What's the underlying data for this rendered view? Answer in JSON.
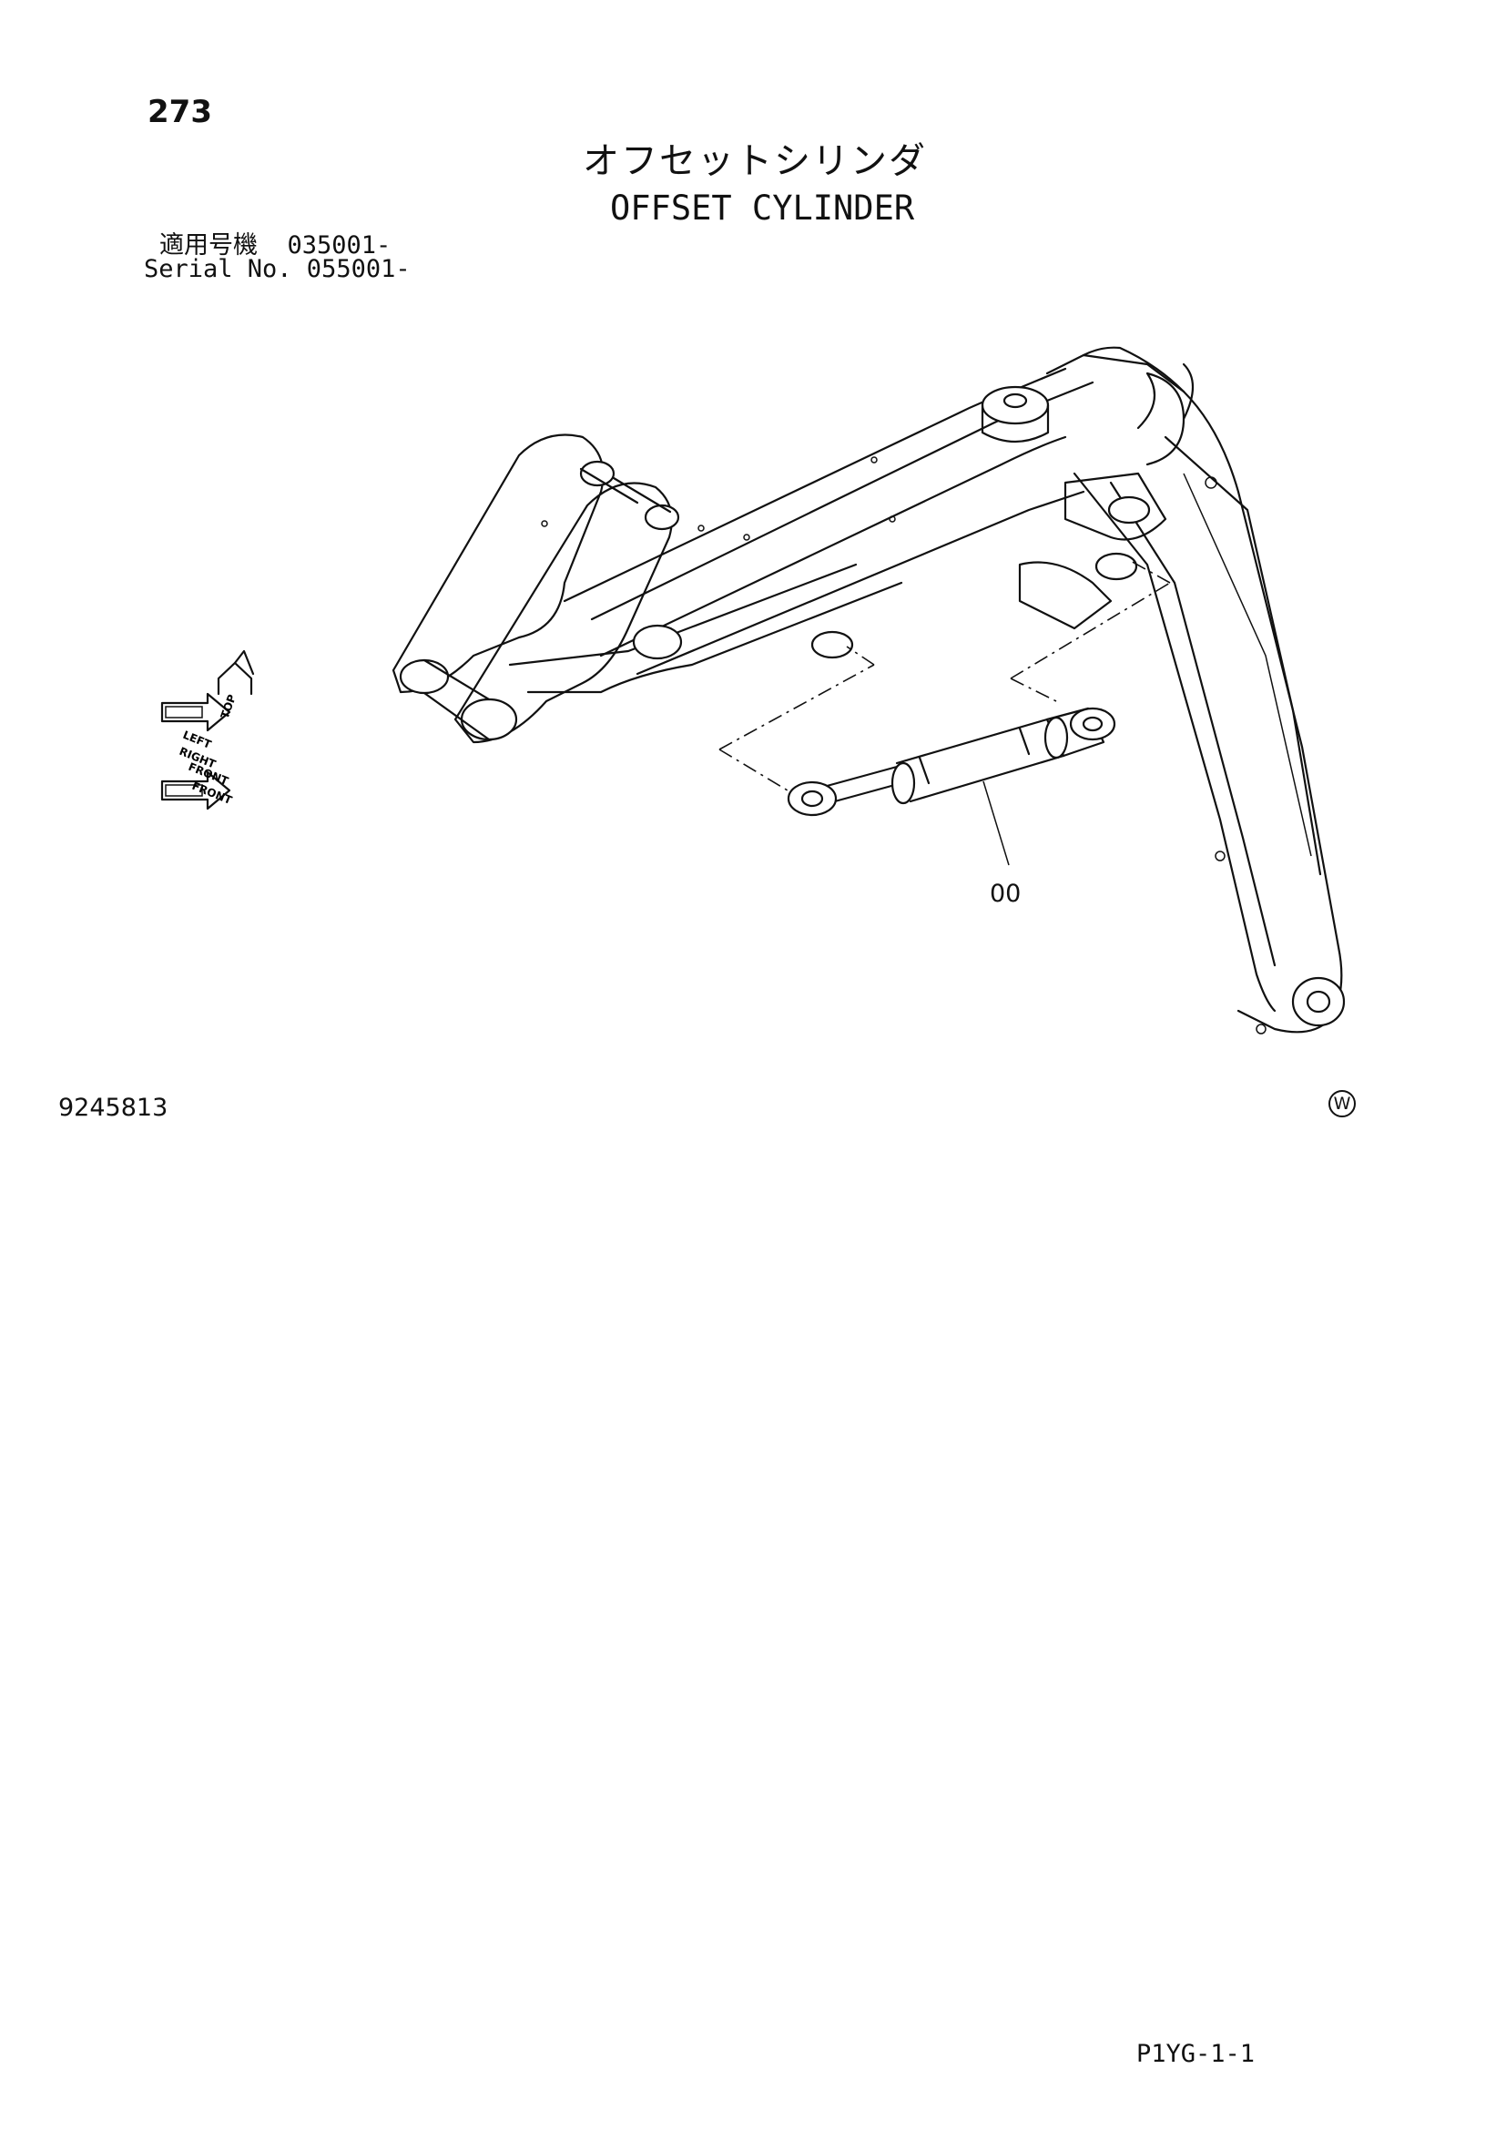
{
  "header": {
    "page_number": "273",
    "title_jp": "オフセットシリンダ",
    "title_en": "OFFSET CYLINDER"
  },
  "applicability": {
    "serial_jp": "適用号機  035001-",
    "serial_en": "Serial No. 055001-"
  },
  "diagram": {
    "part_callout": "00",
    "direction_labels": [
      "LEFT",
      "RIGHT",
      "TOP",
      "FRONT"
    ]
  },
  "footer": {
    "drawing_number": "9245813",
    "watermark_symbol": "W",
    "page_code": "P1YG-1-1"
  }
}
